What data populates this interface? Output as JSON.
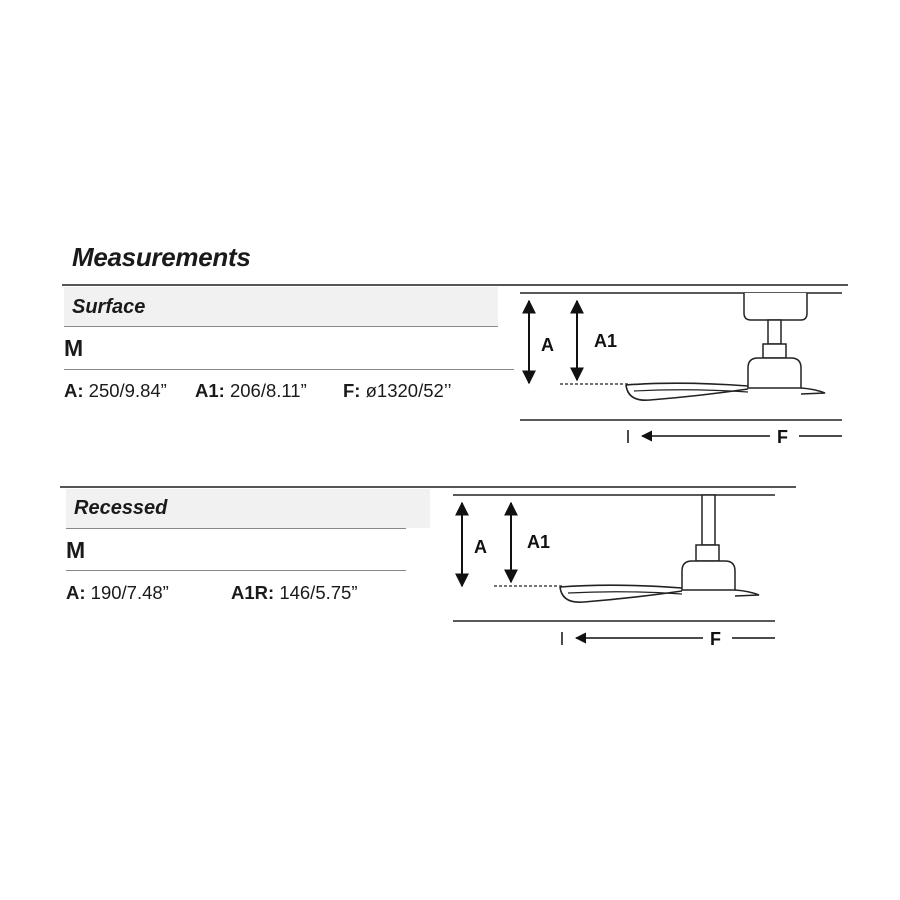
{
  "title": "Measurements",
  "sections": [
    {
      "name": "Surface",
      "model": "M",
      "specs": [
        {
          "label": "A:",
          "value": "250/9.84”"
        },
        {
          "label": "A1:",
          "value": "206/8.11”"
        },
        {
          "label": "F:",
          "value": "ø1320/52’’"
        }
      ],
      "diagram_labels": {
        "a": "A",
        "a1": "A1",
        "f": "F"
      }
    },
    {
      "name": "Recessed",
      "model": "M",
      "specs": [
        {
          "label": "A:",
          "value": "190/7.48”"
        },
        {
          "label": "A1R:",
          "value": "146/5.75”"
        }
      ],
      "diagram_labels": {
        "a": "A",
        "a1": "A1",
        "f": "F"
      }
    }
  ]
}
